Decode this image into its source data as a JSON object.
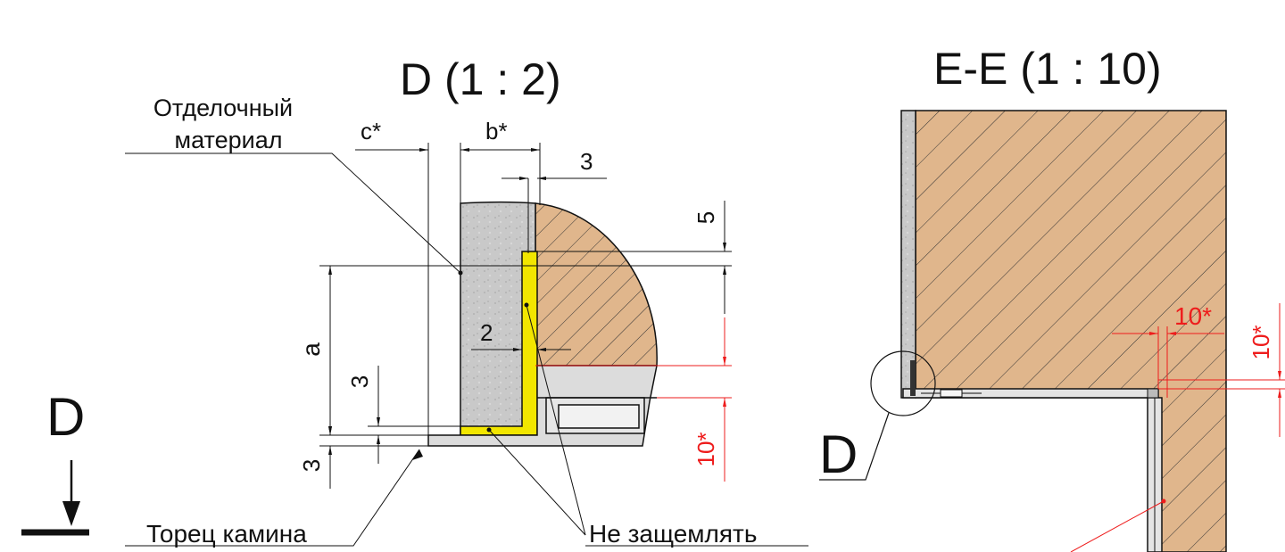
{
  "titles": {
    "detail_d": "D (1 : 2)",
    "section_ee": "E-E (1 : 10)"
  },
  "labels": {
    "finish_material_line1": "Отделочный",
    "finish_material_line2": "материал",
    "fireplace_end": "Торец камина",
    "do_not_clamp": "Не защемлять",
    "view_marker": "D",
    "callout_marker": "D"
  },
  "dimensions": {
    "c": "c*",
    "b": "b*",
    "gap_3_top": "3",
    "gap_5": "5",
    "a": "a",
    "gap_2": "2",
    "gap_3_left": "3",
    "gap_3_bottom": "3",
    "gap_10_detail": "10*",
    "gap_10_section_h": "10*",
    "gap_10_section_v": "10*"
  },
  "colors": {
    "line": "#111111",
    "dimension_red": "#ee1c1c",
    "wood": "#e0b68c",
    "concrete": "#c9c9c9",
    "profile_yellow": "#f2e600",
    "panel_gray": "#d9d9d9"
  }
}
